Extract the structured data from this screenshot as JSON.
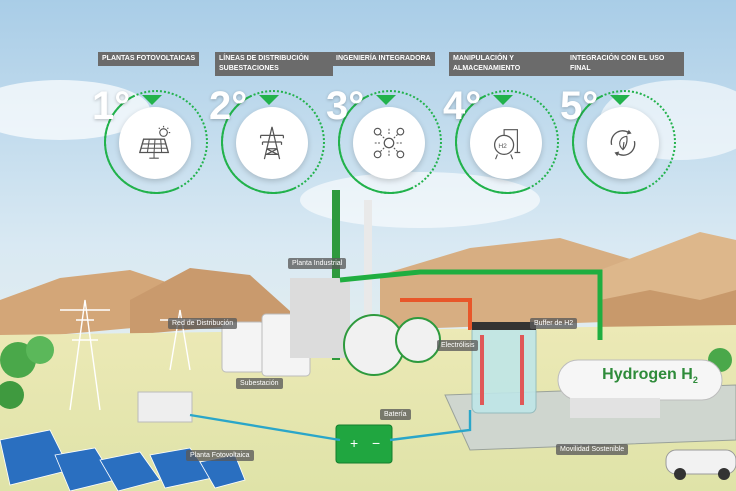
{
  "steps": [
    {
      "label": "PLANTAS FOTOVOLTAICAS",
      "number": "1°",
      "icon": "solar-panel-icon"
    },
    {
      "label": "LÍNEAS DE DISTRIBUCIÓN SUBESTACIONES",
      "number": "2°",
      "icon": "power-tower-icon"
    },
    {
      "label": "INGENIERÍA INTEGRADORA",
      "number": "3°",
      "icon": "gears-integration-icon"
    },
    {
      "label": "MANIPULACIÓN Y ALMACENAMIENTO",
      "number": "4°",
      "icon": "h2-tank-icon"
    },
    {
      "label": "INTEGRACIÓN CON EL USO FINAL",
      "number": "5°",
      "icon": "recycle-leaf-icon"
    }
  ],
  "scene": {
    "planta_industrial": "Planta Industrial",
    "red_distribucion": "Red de Distribución",
    "subestacion": "Subestación",
    "electrolisis": "Electrólisis",
    "buffer": "Buffer de H2",
    "bateria": "Batería",
    "planta_fotovoltaica": "Planta Fotovoltaica",
    "movilidad": "Movilidad Sostenible",
    "hydrogen_sign": "Hydrogen",
    "hydrogen_formula": "H",
    "hydrogen_sub": "2"
  },
  "colors": {
    "accent": "#22b24c",
    "label_bg": "#6b6b6b"
  }
}
